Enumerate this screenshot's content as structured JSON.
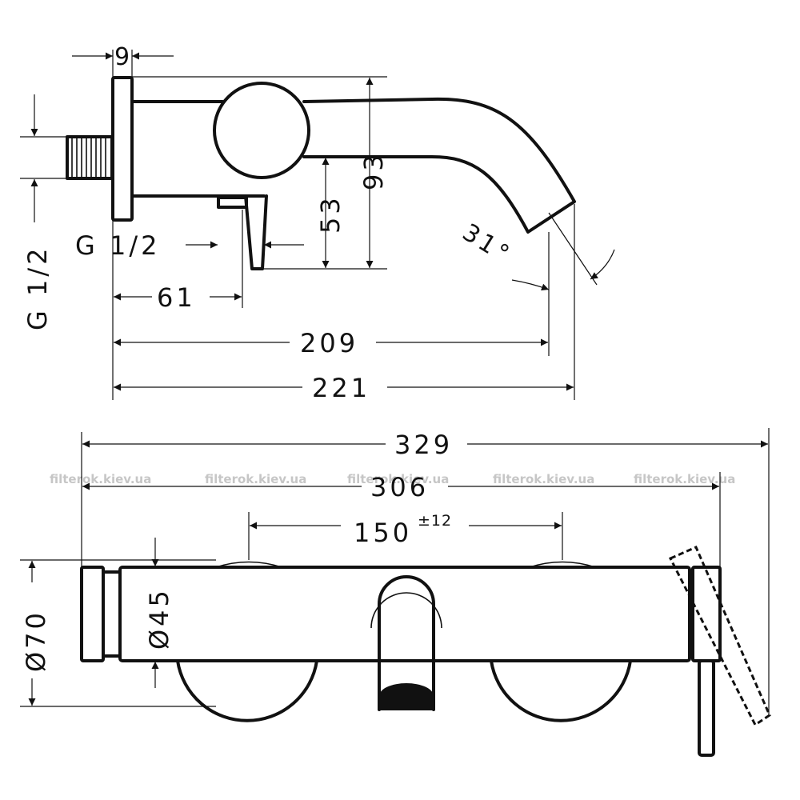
{
  "watermark": "filterok.kiev.ua",
  "side_view": {
    "dims": {
      "width_9": "9",
      "height_93": "93",
      "height_53": "53",
      "angle": "31°",
      "thread_spout": "G 1/2",
      "thread_inlet": "G 1/2",
      "len_61": "61",
      "len_209": "209",
      "len_221": "221"
    }
  },
  "top_view": {
    "dims": {
      "len_329": "329",
      "len_306": "306",
      "center_150": "150",
      "center_tol": "±12",
      "dia_70": "Ø70",
      "dia_45": "Ø45"
    }
  }
}
